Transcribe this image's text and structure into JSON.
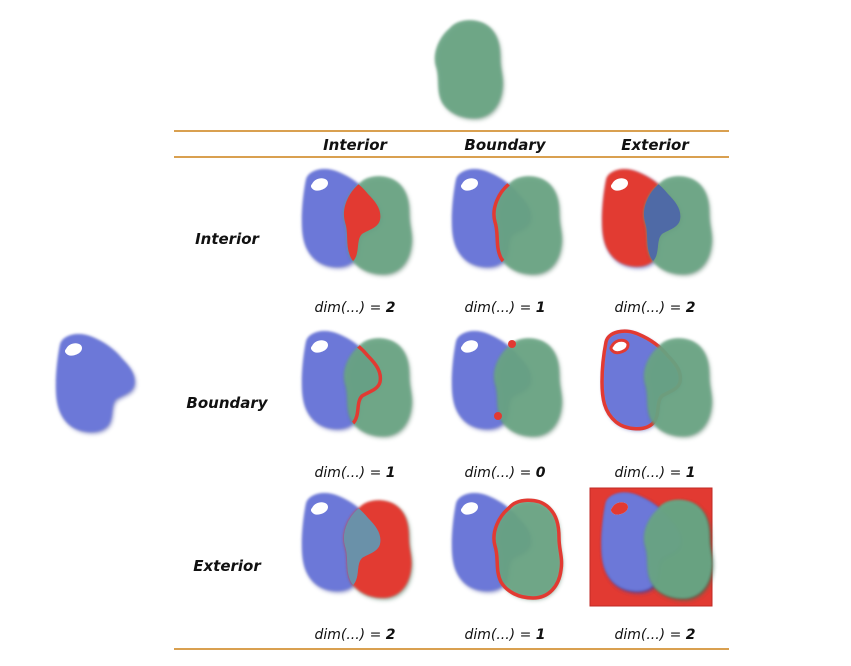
{
  "matrix": {
    "columns": [
      "Interior",
      "Boundary",
      "Exterior"
    ],
    "rows": [
      "Interior",
      "Boundary",
      "Exterior"
    ],
    "cells": [
      [
        {
          "region_a": "interior",
          "region_b": "interior",
          "dim_label": "dim(...) = ",
          "dim_value": "2"
        },
        {
          "region_a": "interior",
          "region_b": "boundary",
          "dim_label": "dim(...) = ",
          "dim_value": "1"
        },
        {
          "region_a": "interior",
          "region_b": "exterior",
          "dim_label": "dim(...) = ",
          "dim_value": "2"
        }
      ],
      [
        {
          "region_a": "boundary",
          "region_b": "interior",
          "dim_label": "dim(...) = ",
          "dim_value": "1"
        },
        {
          "region_a": "boundary",
          "region_b": "boundary",
          "dim_label": "dim(...) = ",
          "dim_value": "0"
        },
        {
          "region_a": "boundary",
          "region_b": "exterior",
          "dim_label": "dim(...) = ",
          "dim_value": "1"
        }
      ],
      [
        {
          "region_a": "exterior",
          "region_b": "interior",
          "dim_label": "dim(...) = ",
          "dim_value": "2"
        },
        {
          "region_a": "exterior",
          "region_b": "boundary",
          "dim_label": "dim(...) = ",
          "dim_value": "1"
        },
        {
          "region_a": "exterior",
          "region_b": "exterior",
          "dim_label": "dim(...) = ",
          "dim_value": "2"
        }
      ]
    ]
  },
  "colors": {
    "shape_a": "#6c78d8",
    "shape_b": "#6aa584",
    "highlight": "#e23a32",
    "rule": "#d9a050",
    "text": "#111111"
  }
}
